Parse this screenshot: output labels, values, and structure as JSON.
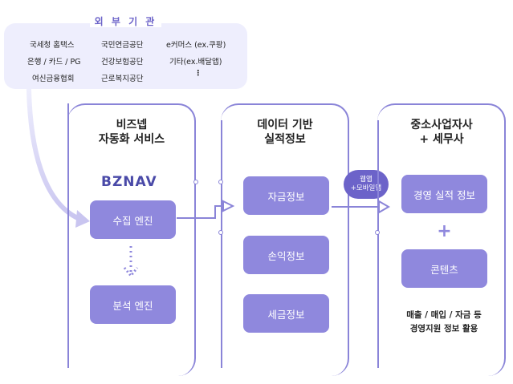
{
  "external": {
    "title": "외 부 기 관",
    "items": [
      [
        "국세청 홈택스",
        "국민연금공단",
        "e커머스 (ex.쿠팡)"
      ],
      [
        "은행 / 카드 / PG",
        "건강보험공단",
        "기타(ex.배달앱)"
      ],
      [
        "여신금융협회",
        "근로복지공단",
        "⋮"
      ]
    ]
  },
  "panel1": {
    "title": [
      "비즈넵",
      "자동화 서비스"
    ],
    "logo": "BZNAV",
    "collect": "수집 엔진",
    "analyze": "분석 엔진"
  },
  "panel2": {
    "title": [
      "데이터 기반",
      "실적정보"
    ],
    "items": [
      "자금정보",
      "손익정보",
      "세금정보"
    ]
  },
  "badge": [
    "웹앱",
    "+모바일앱"
  ],
  "panel3": {
    "title": [
      "중소사업자사",
      "+ 세무사"
    ],
    "item1": "경영 실적 정보",
    "plus": "+",
    "item2": "콘텐츠",
    "bottom": [
      "매출 / 매입 / 자금 등",
      "경영지원 정보 활용"
    ]
  },
  "colors": {
    "accent": "#8a84d8",
    "button": "#8f88dd",
    "badge": "#6c63c9",
    "ext_bg": "#eeeefd"
  }
}
